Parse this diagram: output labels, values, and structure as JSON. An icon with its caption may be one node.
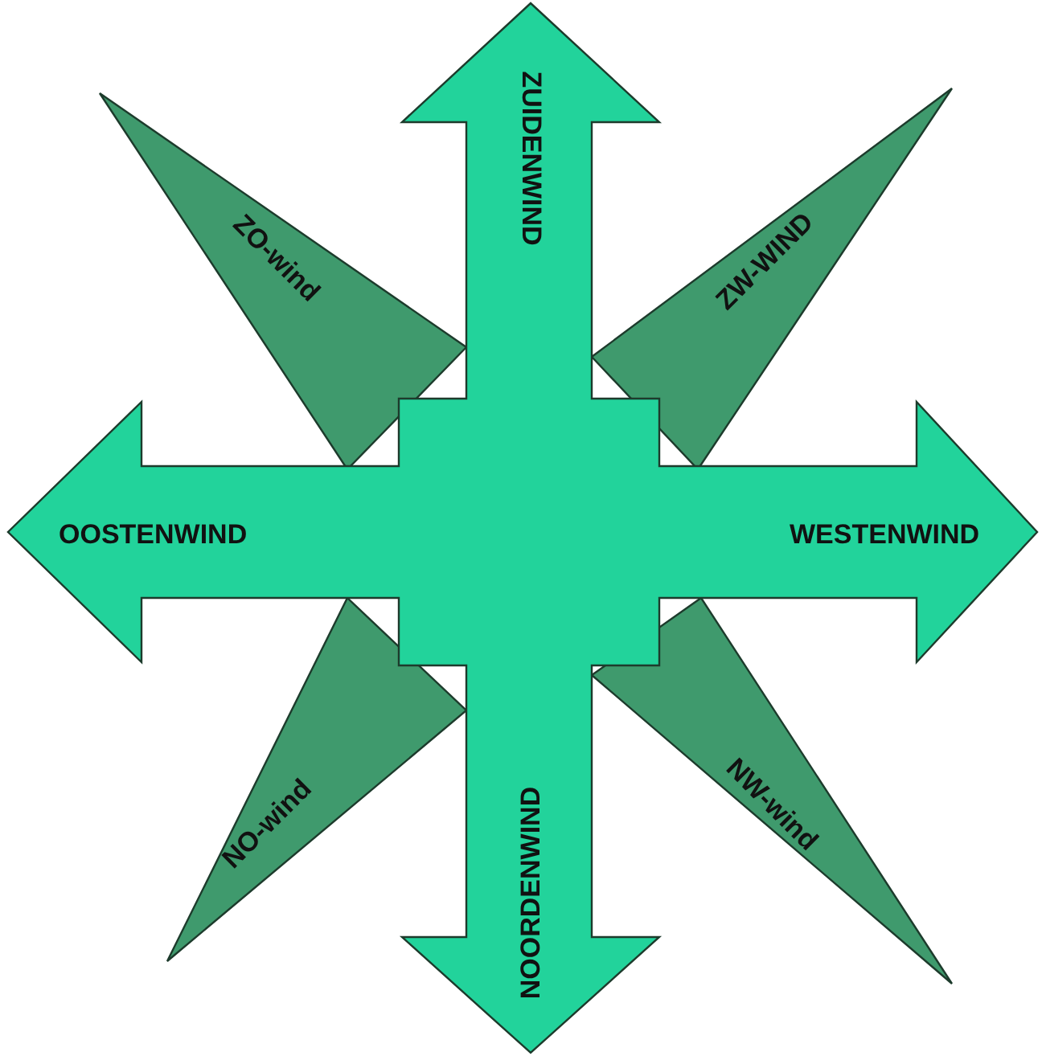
{
  "diagram": {
    "labels": [
      "ZUIDENWIND",
      "ZO-wind",
      "ZW-WIND",
      "OOSTENWIND",
      "WESTENWIND",
      "NO-wind",
      "NW-wind",
      "NOORDENWIND"
    ]
  }
}
